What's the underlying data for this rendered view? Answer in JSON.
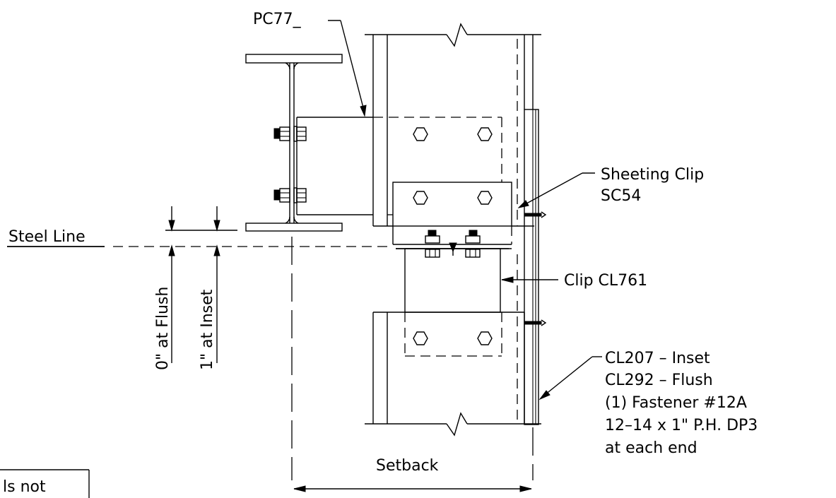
{
  "labels": {
    "part_mark": "PC77_",
    "sheeting_clip_line1": "Sheeting Clip",
    "sheeting_clip_line2": "SC54",
    "steel_line": "Steel Line",
    "clip": "Clip CL761",
    "flush_dim": "0\" at Flush",
    "inset_dim": "1\" at Inset",
    "note_line1": "CL207 – Inset",
    "note_line2": "CL292 – Flush",
    "note_line3": "(1) Fastener #12A",
    "note_line4": "12–14 x 1\" P.H. DP3",
    "note_line5": "at each end",
    "setback": "Setback",
    "corner_note": "ls not"
  }
}
